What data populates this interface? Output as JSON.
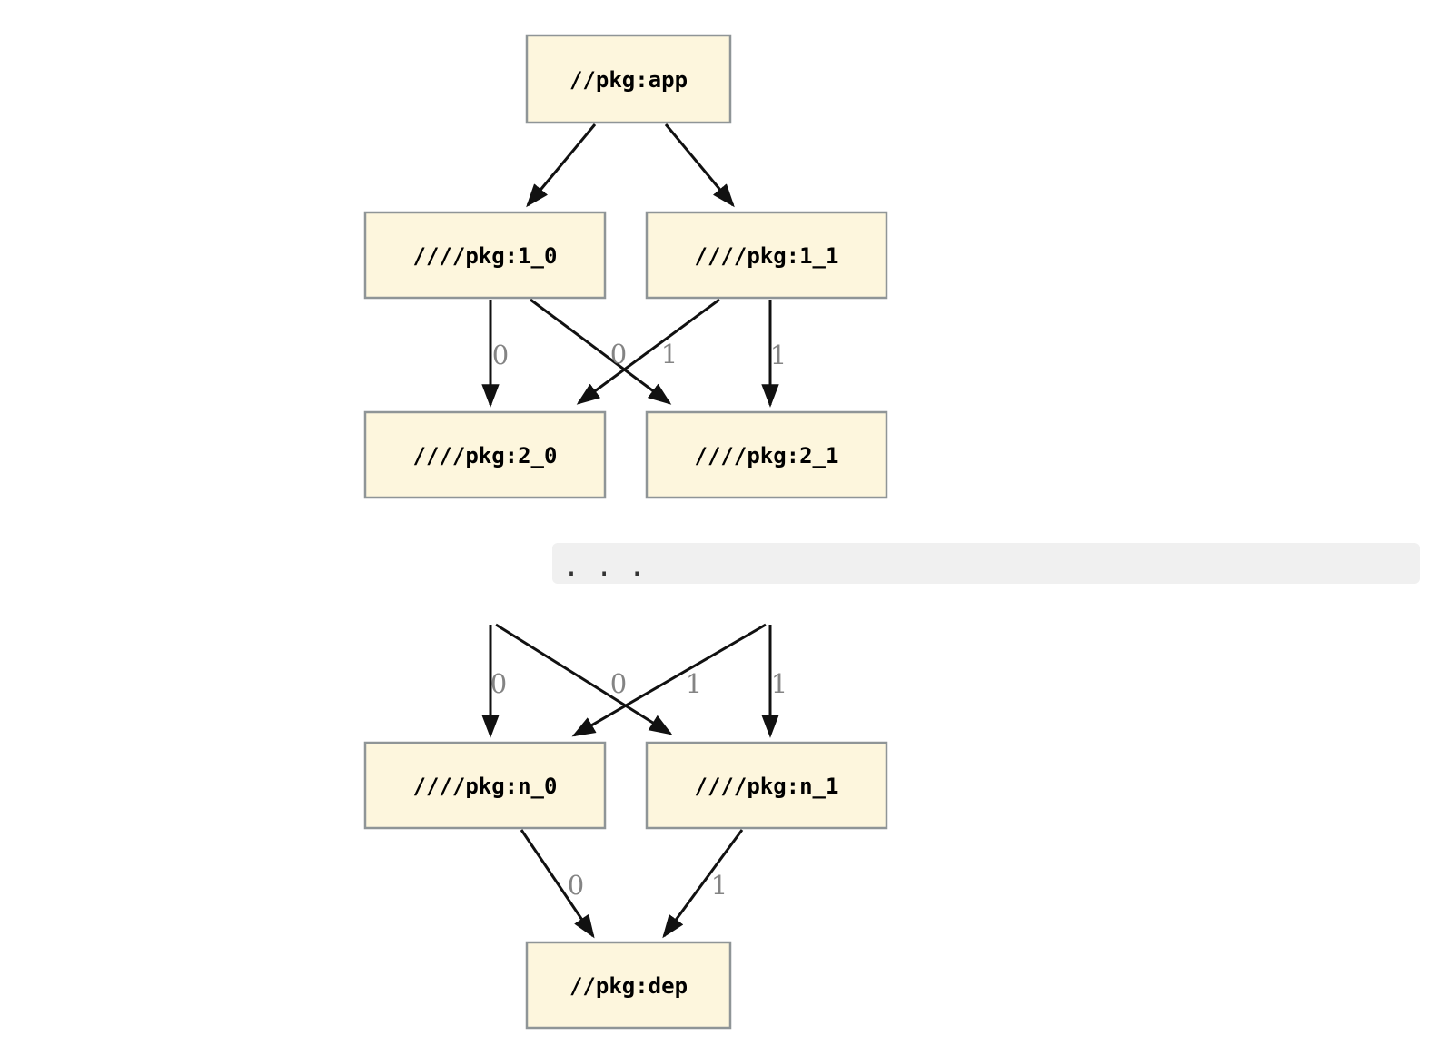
{
  "colors": {
    "background": "#ffffff",
    "node_fill": "#fdf6dd",
    "node_border": "#8f9597",
    "node_text": "#000000",
    "edge": "#111111",
    "edge_label": "#848484",
    "code_block_bg": "#f0f0f0",
    "ellipsis_text": "#333333"
  },
  "graph": {
    "nodes": {
      "app": "//pkg:app",
      "level1_0": "////pkg:1_0",
      "level1_1": "////pkg:1_1",
      "level2_0": "////pkg:2_0",
      "level2_1": "////pkg:2_1",
      "leveln_0": "////pkg:n_0",
      "leveln_1": "////pkg:n_1",
      "dep": "//pkg:dep"
    },
    "edge_labels": {
      "level1_0_to_2_0": "0",
      "level1_1_to_2_0": "0",
      "level1_0_to_2_1": "1",
      "level1_1_to_2_1": "1",
      "elided_to_n_0_straight": "0",
      "elided_to_n_0_cross": "0",
      "elided_to_n_1_cross": "1",
      "elided_to_n_1_straight": "1",
      "n_0_to_dep": "0",
      "n_1_to_dep": "1"
    },
    "elision": ". . ."
  }
}
